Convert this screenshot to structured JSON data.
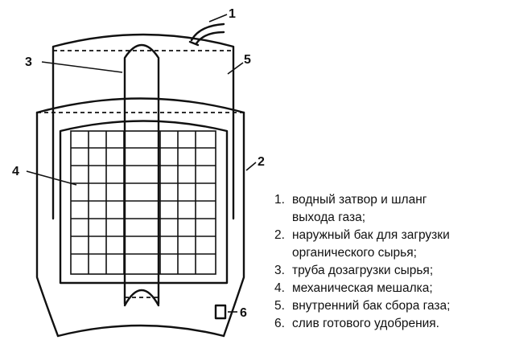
{
  "callouts": {
    "c1": "1",
    "c2": "2",
    "c3": "3",
    "c4": "4",
    "c5": "5",
    "c6": "6"
  },
  "legend": [
    {
      "num": "1.",
      "lines": [
        "водный затвор и шланг",
        "выхода газа;"
      ]
    },
    {
      "num": "2.",
      "lines": [
        "наружный бак для загрузки",
        "органического сырья;"
      ]
    },
    {
      "num": "3.",
      "lines": [
        "труба дозагрузки сырья;"
      ]
    },
    {
      "num": "4.",
      "lines": [
        "механическая мешалка;"
      ]
    },
    {
      "num": "5.",
      "lines": [
        "внутренний бак сбора газа;"
      ]
    },
    {
      "num": "6.",
      "lines": [
        "слив готового удобрения."
      ]
    }
  ]
}
